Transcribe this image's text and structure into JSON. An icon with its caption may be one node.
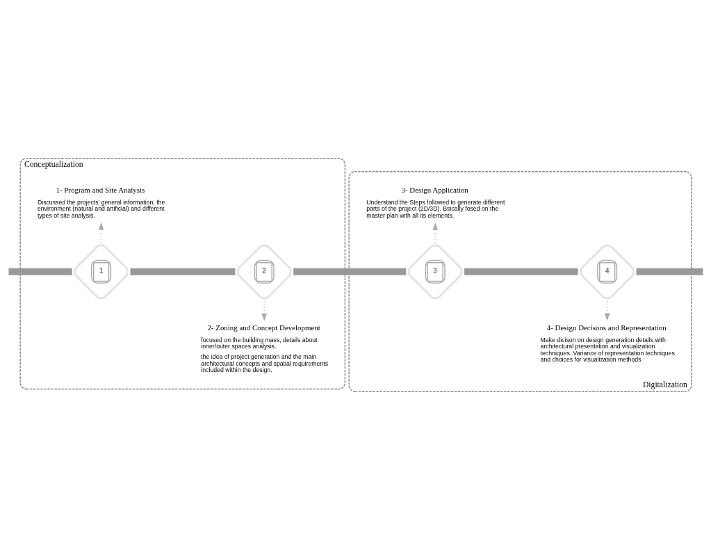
{
  "diagram": {
    "nodes": [
      {
        "text": [
          "Conceptualization"
        ]
      },
      {
        "text": [
          "1- Program and Site Analysis",
          "Discussed the projects’ general information, the environment (natural and artificial) and different types of site analysis."
        ],
        "in": 0
      },
      {
        "text": [
          "1"
        ],
        "in": 0
      },
      {
        "text": [
          "2"
        ],
        "in": 0
      },
      {
        "text": [
          "2- Zoning and Concept Development",
          "focused on the building mass, details about inner/outer spaces analysis.",
          "the idea of project generation and the main architectural concepts and spatial requirements included within the design."
        ],
        "in": 0
      },
      {
        "text": [
          "Digitalization"
        ]
      },
      {
        "text": [
          "3- Design Application",
          "Understand the Steps followed to generate different parts of the project (2D/3D). Bsically fosed on the master plan with all its elements."
        ],
        "in": 5
      },
      {
        "text": [
          "3"
        ],
        "in": 5
      },
      {
        "text": [
          "4"
        ],
        "in": 5
      },
      {
        "text": [
          "4- Design Decisons and Representation",
          "Make dicison on design generation details with architectural presentation and visualization techniques. Variance of representation techniques and choices for visualization methods"
        ],
        "in": 5
      }
    ],
    "edges": [
      {
        "from": 2,
        "to": 1,
        "arrow": "to",
        "style": "dashed",
        "color": "#aaaaaa"
      },
      {
        "from": 3,
        "to": 4,
        "arrow": "to",
        "style": "dashed",
        "color": "#aaaaaa"
      },
      {
        "from": 7,
        "to": 6,
        "arrow": "to",
        "style": "dashed",
        "color": "#aaaaaa"
      },
      {
        "from": 8,
        "to": 9,
        "arrow": "to",
        "style": "dashed",
        "color": "#aaaaaa"
      },
      {
        "from": null,
        "to": 2,
        "arrow": "none"
      },
      {
        "from": 2,
        "to": 3,
        "arrow": "none"
      },
      {
        "from": 3,
        "to": 7,
        "arrow": "none"
      },
      {
        "from": 7,
        "to": 8,
        "arrow": "none"
      },
      {
        "from": 8,
        "to": null,
        "arrow": "none"
      }
    ]
  }
}
